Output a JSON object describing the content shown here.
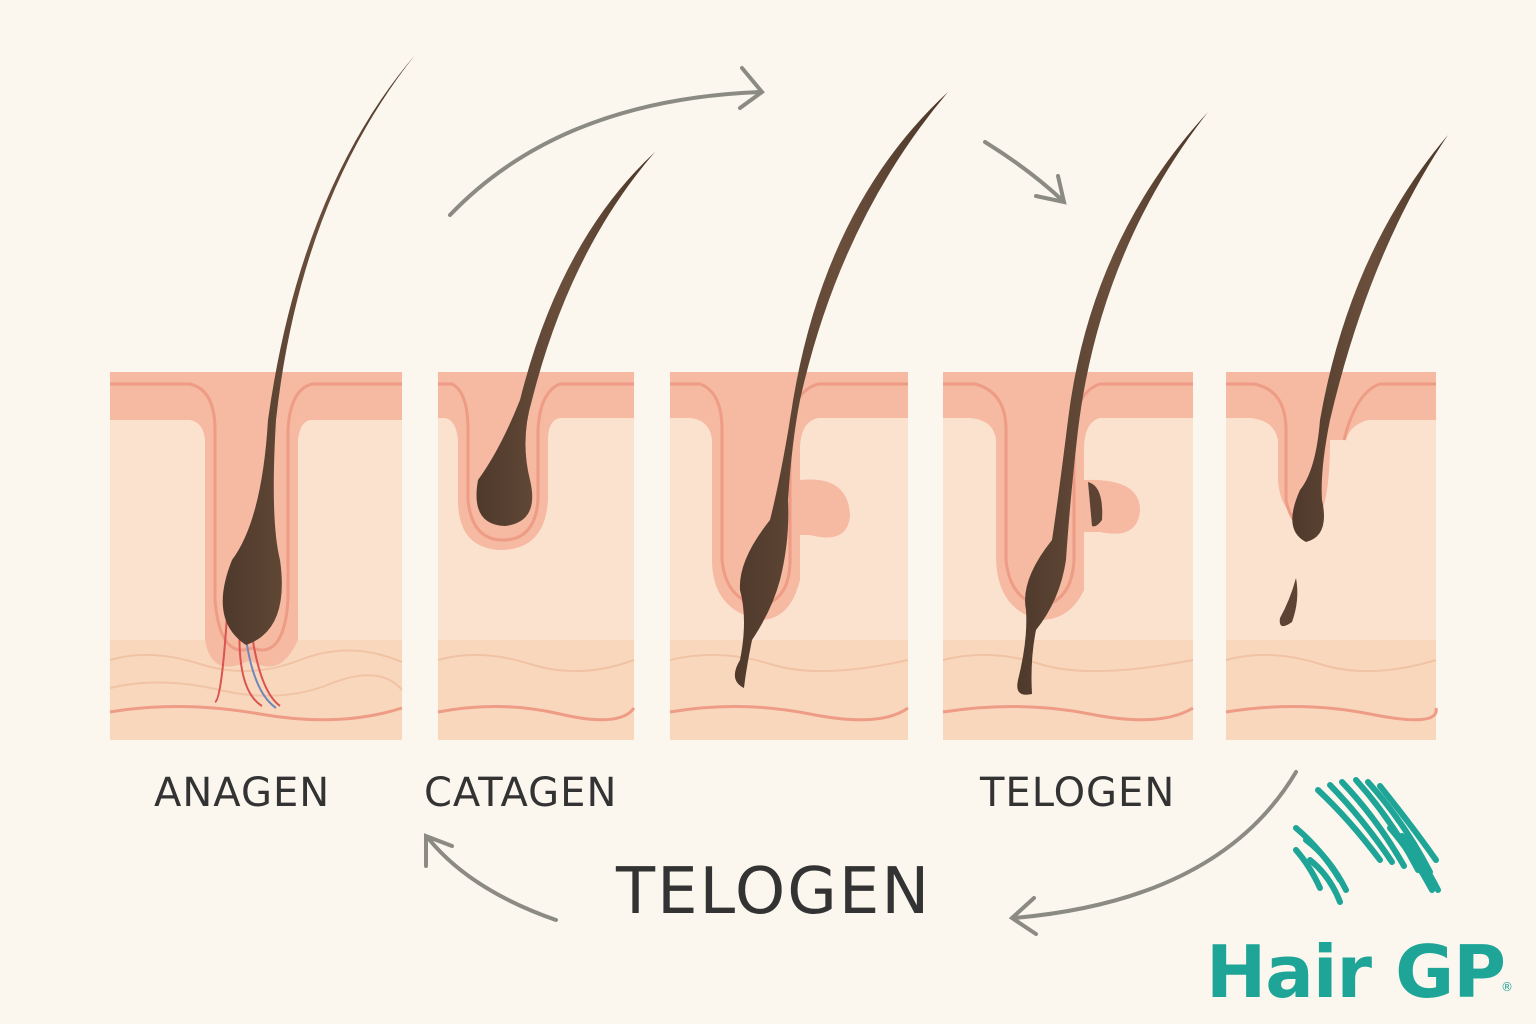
{
  "labels": {
    "anagen": "ANAGEN",
    "catagen": "CATAGEN",
    "telogen": "TELOGEN",
    "cycle_center": "TELOGEN"
  },
  "logo": {
    "text": "Hair GP",
    "registered": "®"
  },
  "colors": {
    "background": "#fbf7ee",
    "skin_light": "#fbe2cf",
    "skin_surface": "#f6b9a2",
    "skin_edge": "#ee9c86",
    "fat_layer": "#f9d7bd",
    "hair": "#5c4333",
    "arrow": "#8b8b83",
    "brand": "#1fa597"
  }
}
